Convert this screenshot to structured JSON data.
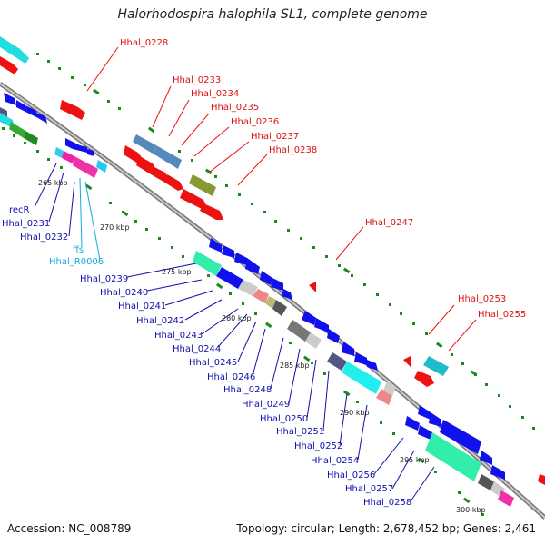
{
  "title": "Halorhodospira halophila SL1, complete genome",
  "footer": {
    "accession": "Accession: NC_008789",
    "summary": "Topology: circular; Length: 2,678,452 bp; Genes: 2,461"
  },
  "colors": {
    "red_label": "#dd1111",
    "blue_label": "#1010aa",
    "cyan_label": "#11aadd",
    "backbone": "#8a8a8a",
    "tick": "#1a8a1a"
  },
  "scale_labels": [
    "265 kbp",
    "270 kbp",
    "275 kbp",
    "280 kbp",
    "285 kbp",
    "290 kbp",
    "295 kbp",
    "300 kbp"
  ],
  "red_labels": [
    "Hhal_0228",
    "Hhal_0233",
    "Hhal_0234",
    "Hhal_0235",
    "Hhal_0236",
    "Hhal_0237",
    "Hhal_0238",
    "Hhal_0247",
    "Hhal_0253",
    "Hhal_0255"
  ],
  "blue_labels": [
    "recR",
    "Hhal_0231",
    "Hhal_0232",
    "Hhal_0239",
    "Hhal_0240",
    "Hhal_0241",
    "Hhal_0242",
    "Hhal_0243",
    "Hhal_0244",
    "Hhal_0245",
    "Hhal_0246",
    "Hhal_0248",
    "Hhal_0249",
    "Hhal_0250",
    "Hhal_0251",
    "Hhal_0252",
    "Hhal_0254",
    "Hhal_0256",
    "Hhal_0257",
    "Hhal_0258"
  ],
  "cyan_labels": [
    "ffs",
    "Hhal_R0006"
  ]
}
